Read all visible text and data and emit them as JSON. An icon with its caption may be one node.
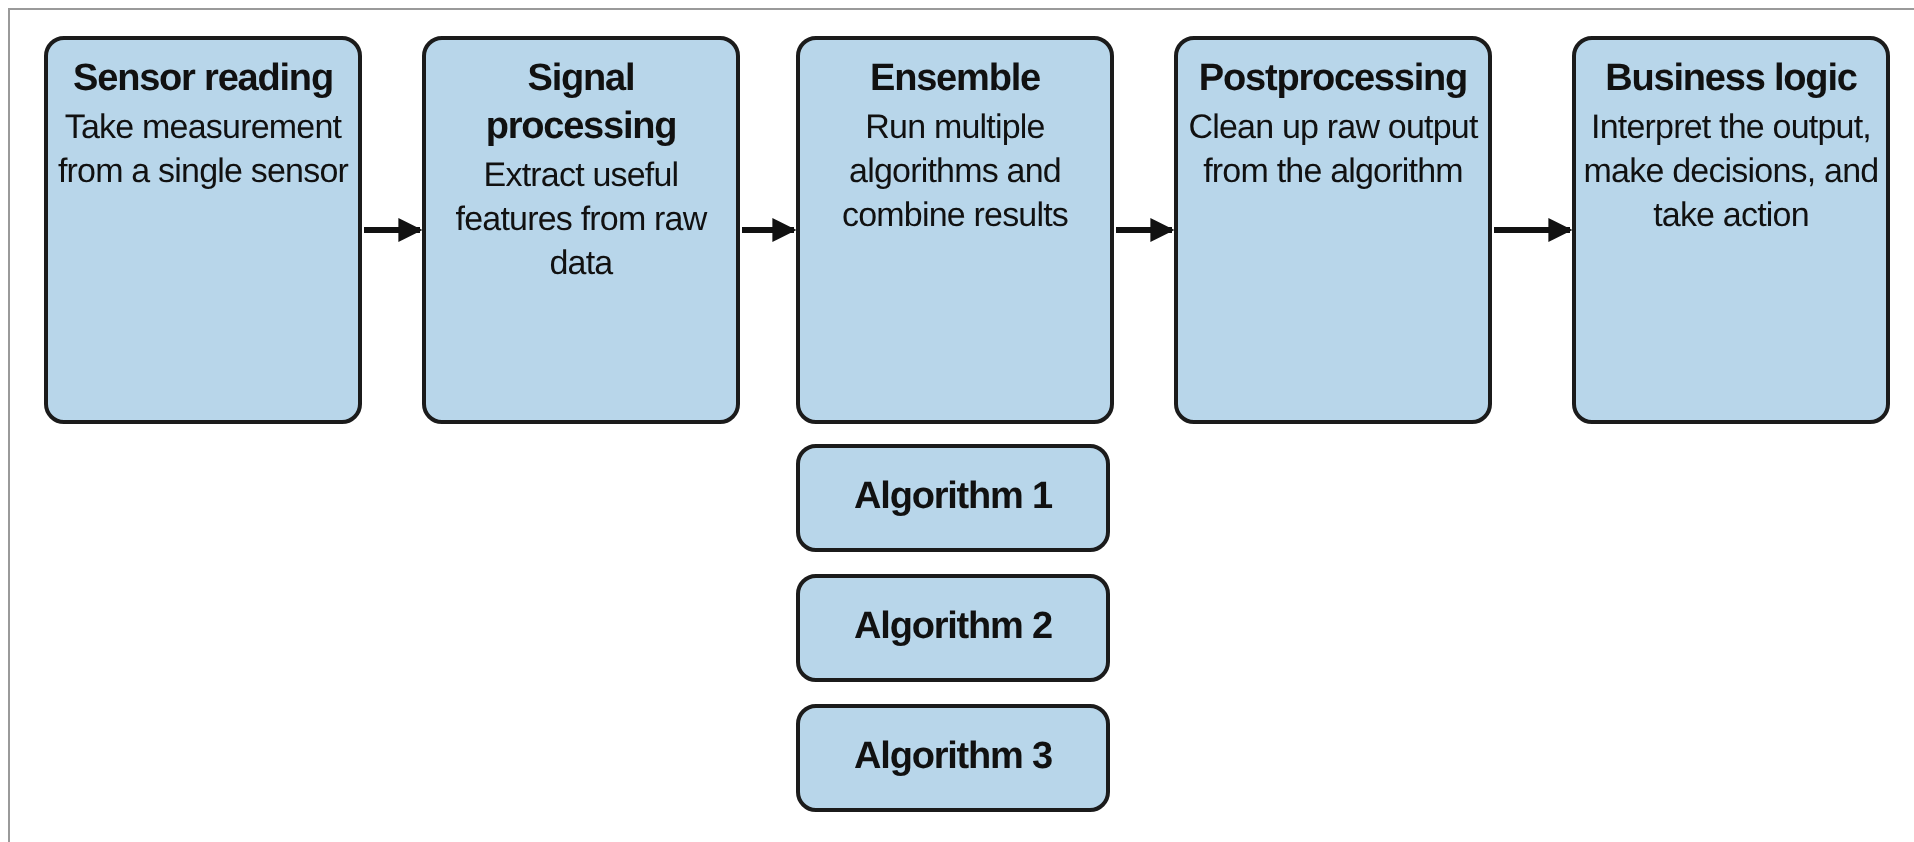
{
  "diagram": {
    "nodes": [
      {
        "text": [
          "Sensor reading",
          "Take measurement from a single sensor"
        ]
      },
      {
        "text": [
          "Signal processing",
          "Extract useful features from raw data"
        ]
      },
      {
        "text": [
          "Ensemble",
          "Run multiple algorithms and combine results"
        ]
      },
      {
        "text": [
          "Postprocessing",
          "Clean up raw output from the algorithm"
        ]
      },
      {
        "text": [
          "Business logic",
          "Interpret the output, make decisions, and take action"
        ]
      },
      {
        "text": [
          "Algorithm 1"
        ]
      },
      {
        "text": [
          "Algorithm 2"
        ]
      },
      {
        "text": [
          "Algorithm 3"
        ]
      }
    ],
    "edges": [
      {
        "from": 0,
        "to": 1,
        "arrow": "to"
      },
      {
        "from": 1,
        "to": 2,
        "arrow": "to"
      },
      {
        "from": 2,
        "to": 3,
        "arrow": "to"
      },
      {
        "from": 3,
        "to": 4,
        "arrow": "to"
      }
    ]
  }
}
